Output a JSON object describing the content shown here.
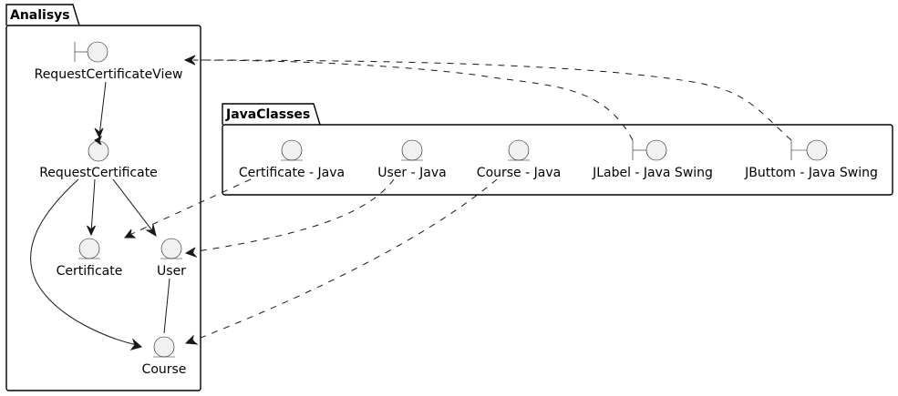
{
  "packages": {
    "analisys": "Analisys",
    "java_classes": "JavaClasses"
  },
  "nodes": {
    "request_certificate_view": {
      "label": "RequestCertificateView",
      "stereotype": "boundary"
    },
    "request_certificate": {
      "label": "RequestCertificate",
      "stereotype": "control"
    },
    "certificate": {
      "label": "Certificate",
      "stereotype": "entity"
    },
    "user": {
      "label": "User",
      "stereotype": "entity"
    },
    "course": {
      "label": "Course",
      "stereotype": "entity"
    },
    "certificate_java": {
      "label": "Certificate - Java",
      "stereotype": "entity"
    },
    "user_java": {
      "label": "User - Java",
      "stereotype": "entity"
    },
    "course_java": {
      "label": "Course - Java",
      "stereotype": "entity"
    },
    "jlabel": {
      "label": "JLabel - Java Swing",
      "stereotype": "boundary"
    },
    "jbuttom": {
      "label": "JButtom - Java Swing",
      "stereotype": "boundary"
    }
  },
  "edges": [
    {
      "from": "request_certificate_view",
      "to": "request_certificate",
      "style": "solid"
    },
    {
      "from": "request_certificate",
      "to": "certificate",
      "style": "solid"
    },
    {
      "from": "request_certificate",
      "to": "user",
      "style": "solid"
    },
    {
      "from": "request_certificate",
      "to": "course",
      "style": "solid"
    },
    {
      "from": "user",
      "to": "course",
      "style": "solid-no-arrow"
    },
    {
      "from": "certificate_java",
      "to": "certificate",
      "style": "dashed"
    },
    {
      "from": "user_java",
      "to": "user",
      "style": "dashed"
    },
    {
      "from": "course_java",
      "to": "course",
      "style": "dashed"
    },
    {
      "from": "jlabel",
      "to": "request_certificate_view",
      "style": "dashed"
    },
    {
      "from": "jbuttom",
      "to": "request_certificate_view",
      "style": "dashed"
    }
  ]
}
